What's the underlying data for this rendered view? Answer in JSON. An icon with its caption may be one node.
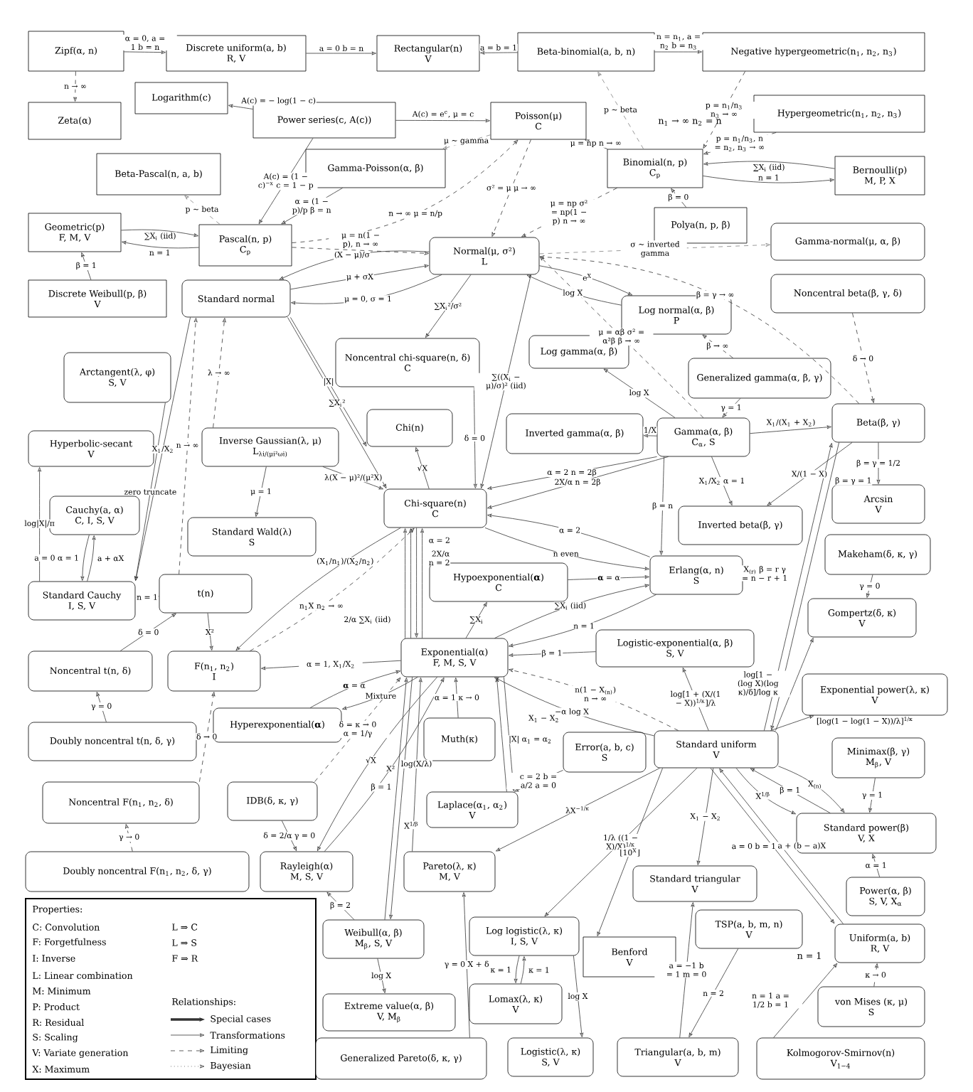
{
  "diagram": {
    "nodes": [
      {
        "text": [
          "Zipf(α, n)"
        ]
      },
      {
        "text": [
          "Discrete uniform(a, b)",
          "R, V"
        ]
      },
      {
        "text": [
          "Rectangular(n)",
          "V"
        ]
      },
      {
        "text": [
          "Beta-binomial(a, b, n)"
        ]
      },
      {
        "text": [
          "Negative hypergeometric(n$_{1}$, n$_{2}$, n$_{3}$)"
        ]
      },
      {
        "text": [
          "Logarithm(c)"
        ]
      },
      {
        "text": [
          "Power series(c, A(c))"
        ]
      },
      {
        "text": [
          "Zeta(α)"
        ]
      },
      {
        "text": [
          "Hypergeometric(n$_{1}$, n$_{2}$, n$_{3}$)"
        ]
      },
      {
        "text": [
          "Poisson(μ)",
          "C"
        ]
      },
      {
        "text": [
          "Beta-Pascal(n, a, b)"
        ]
      },
      {
        "text": [
          "Gamma-Poisson(α, β)"
        ]
      },
      {
        "text": [
          "Binomial(n, p)",
          "C$_{p}$"
        ]
      },
      {
        "text": [
          "Bernoulli(p)",
          "M, P, X"
        ]
      },
      {
        "text": [
          "Geometric(p)",
          "F, M, V"
        ]
      },
      {
        "text": [
          "Pascal(n, p)",
          "C$_{p}$"
        ]
      },
      {
        "text": [
          "Polya(n, p, β)"
        ]
      },
      {
        "text": [
          "Gamma-normal(μ, α, β)"
        ]
      },
      {
        "text": [
          "Normal(μ, σ²)",
          "L"
        ]
      },
      {
        "text": [
          "Discrete Weibull(p, β)",
          "V"
        ]
      },
      {
        "text": [
          "Standard normal"
        ]
      },
      {
        "text": [
          "Noncentral beta(β, γ, δ)"
        ]
      },
      {
        "text": [
          "Log normal(α, β)",
          "P"
        ]
      },
      {
        "text": [
          "Arctangent(λ, φ)",
          "S, V"
        ]
      },
      {
        "text": [
          "Noncentral chi-square(n, δ)",
          "C"
        ]
      },
      {
        "text": [
          "Log gamma(α, β)"
        ]
      },
      {
        "text": [
          "Generalized gamma(α, β, γ)"
        ]
      },
      {
        "text": [
          "Chi(n)"
        ]
      },
      {
        "text": [
          "Hyperbolic-secant",
          "V"
        ]
      },
      {
        "text": [
          "Inverse Gaussian(λ, μ)",
          "L$_{λi/(μi²ωi)}$"
        ]
      },
      {
        "text": [
          "Inverted gamma(α, β)"
        ]
      },
      {
        "text": [
          "Gamma(α, β)",
          "C$_{α}$, S"
        ]
      },
      {
        "text": [
          "Beta(β, γ)"
        ]
      },
      {
        "text": [
          "Cauchy(a, α)",
          "C, I, S, V"
        ]
      },
      {
        "text": [
          "Chi-square(n)",
          "C"
        ]
      },
      {
        "text": [
          "Arcsin",
          "V"
        ]
      },
      {
        "text": [
          "Inverted beta(β, γ)"
        ]
      },
      {
        "text": [
          "Standard Wald(λ)",
          "S"
        ]
      },
      {
        "text": [
          "Makeham(δ, κ, γ)"
        ]
      },
      {
        "text": [
          "Erlang(α, n)",
          "S"
        ]
      },
      {
        "text": [
          "Standard Cauchy",
          "I, S, V"
        ]
      },
      {
        "text": [
          "t(n)"
        ]
      },
      {
        "text": [
          "Hypoexponential(**α**)",
          "C"
        ]
      },
      {
        "text": [
          "Gompertz(δ, κ)",
          "V"
        ]
      },
      {
        "text": [
          "Logistic-exponential(α, β)",
          "S, V"
        ]
      },
      {
        "text": [
          "Noncentral t(n, δ)"
        ]
      },
      {
        "text": [
          "F(n$_{1}$, n$_{2}$)",
          "I"
        ]
      },
      {
        "text": [
          "Exponential(α)",
          "F, M, S, V"
        ]
      },
      {
        "text": [
          "Exponential power(λ, κ)",
          "V"
        ]
      },
      {
        "text": [
          "Hyperexponential(**α**)"
        ]
      },
      {
        "text": [
          "Doubly noncentral t(n, δ, γ)"
        ]
      },
      {
        "text": [
          "Muth(κ)"
        ]
      },
      {
        "text": [
          "Standard uniform",
          "V"
        ]
      },
      {
        "text": [
          "Error(a, b, c)",
          "S"
        ]
      },
      {
        "text": [
          "Minimax(β, γ)",
          "M$_{β}$, V"
        ]
      },
      {
        "text": [
          "Noncentral F(n$_{1}$, n$_{2}$, δ)"
        ]
      },
      {
        "text": [
          "IDB(δ, κ, γ)"
        ]
      },
      {
        "text": [
          "Laplace(α$_{1}$, α$_{2}$)",
          "V"
        ]
      },
      {
        "text": [
          "Standard power(β)",
          "V, X"
        ]
      },
      {
        "text": [
          "Doubly noncentral F(n$_{1}$, n$_{2}$, δ, γ)"
        ]
      },
      {
        "text": [
          "Rayleigh(α)",
          "M, S, V"
        ]
      },
      {
        "text": [
          "Pareto(λ, κ)",
          "M, V"
        ]
      },
      {
        "text": [
          "Standard triangular",
          "V"
        ]
      },
      {
        "text": [
          "Power(α, β)",
          "S, V, X$_{α}$"
        ]
      },
      {
        "text": [
          "Weibull(α, β)",
          "M$_{β}$, S, V"
        ]
      },
      {
        "text": [
          "Log logistic(λ, κ)",
          "I, S, V"
        ]
      },
      {
        "text": [
          "TSP(a, b, m, n)",
          "V"
        ]
      },
      {
        "text": [
          "Benford",
          "V"
        ]
      },
      {
        "text": [
          "Uniform(a, b)",
          "R, V"
        ]
      },
      {
        "text": [
          "Extreme value(α, β)",
          "V, M$_{β}$"
        ]
      },
      {
        "text": [
          "Lomax(λ, κ)",
          "V"
        ]
      },
      {
        "text": [
          "von Mises (κ, μ)",
          "S"
        ]
      },
      {
        "text": [
          "Generalized Pareto(δ, κ, γ)"
        ]
      },
      {
        "text": [
          "Logistic(λ, κ)",
          "S, V"
        ]
      },
      {
        "text": [
          "Triangular(a, b, m)",
          "V"
        ]
      },
      {
        "text": [
          "Kolmogorov-Smirnov(n)",
          "V$_{1−4}$"
        ]
      }
    ],
    "edges": [
      {
        "from": 0,
        "to": 1,
        "arrow": "to",
        "label": "α = 0, a = 1 b = n"
      },
      {
        "from": 0,
        "to": 7,
        "arrow": "to",
        "style": "dashed",
        "label": "n → ∞"
      },
      {
        "from": 1,
        "to": 2,
        "arrow": "to",
        "label": "a = 0 b = n"
      },
      {
        "from": 3,
        "to": 2,
        "arrow": "to",
        "label": "a = b = 1"
      },
      {
        "from": 3,
        "to": 4,
        "arrow": "to",
        "label": "n = n$_{1}$, a = n$_{2}$ b = n$_{3}$"
      },
      {
        "from": 6,
        "to": 5,
        "arrow": "to",
        "label": "A(c) = − log(1 − c)"
      },
      {
        "from": 6,
        "to": 9,
        "arrow": "to",
        "label": "A(c) = e$^{c}$, μ = c"
      },
      {
        "from": 6,
        "to": 15,
        "arrow": "to",
        "label": "A(c) = (1 − c)$^{−x}$ c = 1 − p"
      },
      {
        "from": 9,
        "to": 11,
        "arrow": "to",
        "style": "dashed",
        "color": "#808080",
        "label": "μ ~ gamma"
      },
      {
        "from": 11,
        "to": 15,
        "arrow": "to",
        "label": "α = (1 − p)/p β = n"
      },
      {
        "from": 15,
        "to": 10,
        "arrow": "to",
        "style": "dashed",
        "color": "#808080",
        "label": "p ~ beta"
      },
      {
        "from": 15,
        "to": 9,
        "arrow": "to",
        "style": "dashed",
        "label": "n → ∞ μ = n/p"
      },
      {
        "from": 15,
        "to": 18,
        "arrow": "to",
        "style": "dashed",
        "label": "μ = n(1 − p), n → ∞"
      },
      {
        "from": 15,
        "to": 14,
        "arrow": "to",
        "label": "n = 1"
      },
      {
        "from": 14,
        "to": 15,
        "arrow": "to",
        "label": "∑X$_{i}$ (iid)"
      },
      {
        "from": 19,
        "to": 14,
        "arrow": "to",
        "label": "β = 1"
      },
      {
        "from": 12,
        "to": 3,
        "arrow": "to",
        "style": "dashed",
        "color": "#808080",
        "label": "p ~ beta"
      },
      {
        "from": 4,
        "to": 12,
        "arrow": "to",
        "style": "dashed",
        "label": "p = n$_{1}$/n$_{3}$ n$_{3}$ → ∞"
      },
      {
        "from": 8,
        "to": 12,
        "arrow": "to",
        "style": "dashed",
        "label": "p = n$_{1}$/n$_{3}$, n = n$_{2}$, n$_{3}$ → ∞"
      },
      {
        "from": 12,
        "to": 9,
        "arrow": "to",
        "style": "dashed",
        "label": "μ = np n → ∞"
      },
      {
        "from": 12,
        "to": 13,
        "arrow": "to",
        "label": "n = 1"
      },
      {
        "from": 13,
        "to": 12,
        "arrow": "to",
        "label": "∑X$_{i}$ (iid)"
      },
      {
        "from": 16,
        "to": 12,
        "arrow": "to",
        "label": "β = 0"
      },
      {
        "from": 12,
        "to": 18,
        "arrow": "to",
        "style": "dashed",
        "label": "μ = np σ² = np(1 − p) n → ∞"
      },
      {
        "from": 9,
        "to": 18,
        "arrow": "to",
        "style": "dashed",
        "label": "σ² = μ μ → ∞"
      },
      {
        "from": 18,
        "to": 17,
        "arrow": "to",
        "style": "dashed",
        "color": "#808080",
        "label": "σ ~ inverted gamma"
      },
      {
        "from": 32,
        "to": 18,
        "arrow": "to",
        "style": "dashed",
        "label": "β = γ → ∞"
      },
      {
        "from": 21,
        "to": 32,
        "arrow": "to",
        "style": "dashed",
        "label": "δ → 0"
      },
      {
        "from": 22,
        "to": 18,
        "arrow": "to",
        "label": "log X"
      },
      {
        "from": 18,
        "to": 22,
        "arrow": "to",
        "label": "e$^{X}$"
      },
      {
        "from": 31,
        "to": 18,
        "arrow": "to",
        "style": "dashed",
        "label": "μ = αβ σ² = α²β β → ∞"
      },
      {
        "from": 26,
        "to": 22,
        "arrow": "to",
        "style": "dashed",
        "label": "β → ∞"
      },
      {
        "from": 31,
        "to": 25,
        "arrow": "to",
        "label": "log X"
      },
      {
        "from": 26,
        "to": 31,
        "arrow": "to",
        "label": "γ = 1"
      },
      {
        "from": 31,
        "to": 30,
        "arrow": "to",
        "label": "1/X"
      },
      {
        "from": 31,
        "to": 32,
        "arrow": "to",
        "label": "X$_{1}$/(X$_{1}$ + X$_{2}$)"
      },
      {
        "from": 31,
        "to": 34,
        "arrow": "to",
        "label": "α = 2 n = 2β"
      },
      {
        "from": 31,
        "to": 34,
        "arrow": "to",
        "label": "2X/α n = 2β"
      },
      {
        "from": 31,
        "to": 36,
        "arrow": "to",
        "label": "X$_{1}$/X$_{2}$ α = 1"
      },
      {
        "from": 31,
        "to": 39,
        "arrow": "to",
        "label": "β = n"
      },
      {
        "from": 32,
        "to": 36,
        "arrow": "to",
        "label": "X/(1 − X)"
      },
      {
        "from": 32,
        "to": 35,
        "arrow": "to",
        "label": "β = γ = 1/2"
      },
      {
        "from": 32,
        "to": 52,
        "arrow": "to",
        "label": "β = γ = 1"
      },
      {
        "from": 52,
        "to": 32,
        "arrow": "to",
        "label": "X$_{(r)}$ β = r γ = n − r + 1"
      },
      {
        "from": 34,
        "to": 39,
        "arrow": "to",
        "label": "n even"
      },
      {
        "from": 39,
        "to": 34,
        "arrow": "to",
        "label": "α = 2"
      },
      {
        "from": 34,
        "to": 27,
        "arrow": "to",
        "label": "√X"
      },
      {
        "from": 24,
        "to": 34,
        "arrow": "to",
        "label": "δ = 0"
      },
      {
        "from": 18,
        "to": 24,
        "arrow": "to",
        "label": "∑X$_{i}$²/σ²"
      },
      {
        "from": 18,
        "to": 34,
        "arrow": "to",
        "label": "∑((X$_{i}$ − μ)/σ)² (iid)"
      },
      {
        "from": 18,
        "to": 20,
        "arrow": "to",
        "label": "(X − μ)/σ"
      },
      {
        "from": 20,
        "to": 18,
        "arrow": "to",
        "label": "μ + σX"
      },
      {
        "from": 18,
        "to": 20,
        "arrow": "to",
        "label": "μ = 0, σ = 1"
      },
      {
        "from": 20,
        "to": 34,
        "arrow": "to",
        "label": "∑X$_{i}$²"
      },
      {
        "from": 20,
        "to": 27,
        "arrow": "to",
        "label": "|X|"
      },
      {
        "from": 20,
        "to": 40,
        "arrow": "to",
        "label": "X$_{1}$/X$_{2}$"
      },
      {
        "from": 41,
        "to": 20,
        "arrow": "to",
        "style": "dashed",
        "label": "n → ∞"
      },
      {
        "from": 29,
        "to": 20,
        "arrow": "to",
        "style": "dashed",
        "label": "λ → ∞"
      },
      {
        "from": 29,
        "to": 37,
        "arrow": "to",
        "label": "μ = 1"
      },
      {
        "from": 29,
        "to": 34,
        "arrow": "to",
        "label": "λ(X − μ)²/(μ²X)"
      },
      {
        "from": 41,
        "to": 40,
        "arrow": "to",
        "label": "n = 1"
      },
      {
        "from": 41,
        "to": 46,
        "arrow": "to",
        "label": "X²"
      },
      {
        "from": 34,
        "to": 46,
        "arrow": "to",
        "label": "(X$_{1}$/n$_{1}$)/(X$_{2}$/n$_{2}$)"
      },
      {
        "from": 46,
        "to": 34,
        "arrow": "to",
        "style": "dashed",
        "label": "n$_{1}$X n$_{2}$ → ∞"
      },
      {
        "from": 45,
        "to": 41,
        "arrow": "to",
        "label": "δ = 0"
      },
      {
        "from": 50,
        "to": 45,
        "arrow": "to",
        "label": "γ = 0"
      },
      {
        "from": 59,
        "to": 55,
        "arrow": "to",
        "style": "dashed",
        "label": "γ → 0"
      },
      {
        "from": 55,
        "to": 46,
        "arrow": "to",
        "style": "dashed",
        "label": "δ → 0"
      },
      {
        "from": 47,
        "to": 46,
        "arrow": "to",
        "label": "α = 1, X$_{1}$/X$_{2}$"
      },
      {
        "from": 49,
        "to": 47,
        "arrow": "to",
        "label": "**α** = α"
      },
      {
        "from": 47,
        "to": 49,
        "arrow": "to",
        "label": "Mixture"
      },
      {
        "from": 42,
        "to": 39,
        "arrow": "to",
        "label": "**α** = α"
      },
      {
        "from": 47,
        "to": 42,
        "arrow": "to",
        "label": "∑X$_{i}$"
      },
      {
        "from": 47,
        "to": 39,
        "arrow": "to",
        "label": "∑X$_{i}$ (iid)"
      },
      {
        "from": 39,
        "to": 47,
        "arrow": "to",
        "label": "n = 1"
      },
      {
        "from": 47,
        "to": 34,
        "arrow": "to",
        "label": "2X/α"
      },
      {
        "from": 34,
        "to": 47,
        "arrow": "to",
        "label": "n = 2"
      },
      {
        "from": 47,
        "to": 34,
        "arrow": "to",
        "label": "α = 2"
      },
      {
        "from": 47,
        "to": 34,
        "arrow": "to",
        "label": "2/α ∑X$_{i}$ (iid)"
      },
      {
        "from": 44,
        "to": 47,
        "arrow": "to",
        "label": "β = 1"
      },
      {
        "from": 52,
        "to": 47,
        "arrow": "to",
        "label": "−α log X"
      },
      {
        "from": 52,
        "to": 47,
        "arrow": "to",
        "style": "dashed",
        "label": "n(1 − X$_{(n)}$) n → ∞"
      },
      {
        "from": 52,
        "to": 44,
        "arrow": "to",
        "label": "log[1 + (X/(1 − X))$^{1/κ}$]/λ"
      },
      {
        "from": 38,
        "to": 43,
        "arrow": "to",
        "label": "γ = 0"
      },
      {
        "from": 52,
        "to": 43,
        "arrow": "to",
        "label": "log[1 − (log X)(log κ)/δ]/log κ"
      },
      {
        "from": 52,
        "to": 48,
        "arrow": "to",
        "label": "[log(1 − log(1 − X))/λ]$^{1/κ}$"
      },
      {
        "from": 47,
        "to": 57,
        "arrow": "to",
        "label": "X$_{1}$ − X$_{2}$"
      },
      {
        "from": 57,
        "to": 47,
        "arrow": "to",
        "label": "|X| α$_{1}$ = α$_{2}$"
      },
      {
        "from": 51,
        "to": 47,
        "arrow": "to",
        "label": "α = 1 κ → 0"
      },
      {
        "from": 53,
        "to": 57,
        "arrow": "to",
        "label": "c = 2 b = a/2 a = 0"
      },
      {
        "from": 56,
        "to": 47,
        "arrow": "to",
        "style": "dashed",
        "label": "δ = κ → 0 α = 1/γ"
      },
      {
        "from": 56,
        "to": 60,
        "arrow": "to",
        "label": "δ = 2/α γ = 0"
      },
      {
        "from": 47,
        "to": 60,
        "arrow": "to",
        "label": "√X"
      },
      {
        "from": 60,
        "to": 47,
        "arrow": "to",
        "label": "X²"
      },
      {
        "from": 64,
        "to": 60,
        "arrow": "to",
        "label": "β = 2"
      },
      {
        "from": 64,
        "to": 47,
        "arrow": "to",
        "label": "β = 1"
      },
      {
        "from": 47,
        "to": 64,
        "arrow": "to",
        "label": "X$^{1/β}$"
      },
      {
        "from": 64,
        "to": 69,
        "arrow": "to",
        "label": "log X"
      },
      {
        "from": 61,
        "to": 47,
        "arrow": "to",
        "label": "log(X/λ)"
      },
      {
        "from": 52,
        "to": 61,
        "arrow": "to",
        "label": "λX$^{−1/κ}$"
      },
      {
        "from": 72,
        "to": 61,
        "arrow": "to",
        "label": "γ = 0 X + δ"
      },
      {
        "from": 52,
        "to": 65,
        "arrow": "to",
        "label": "1/λ ((1 − X)/X)$^{1/κ}$"
      },
      {
        "from": 65,
        "to": 70,
        "arrow": "to",
        "label": "κ = 1"
      },
      {
        "from": 70,
        "to": 65,
        "arrow": "to",
        "label": "κ = 1"
      },
      {
        "from": 65,
        "to": 73,
        "arrow": "to",
        "label": "log X"
      },
      {
        "from": 52,
        "to": 62,
        "arrow": "to",
        "label": "X$_{1}$ − X$_{2}$"
      },
      {
        "from": 52,
        "to": 67,
        "arrow": "to",
        "label": "⌊10$^{X}$⌋"
      },
      {
        "from": 74,
        "to": 62,
        "arrow": "to",
        "label": "a = −1 b = 1 m = 0"
      },
      {
        "from": 66,
        "to": 74,
        "arrow": "to",
        "label": "n = 2"
      },
      {
        "from": 68,
        "to": 52,
        "arrow": "to",
        "label": "a = 0 b = 1"
      },
      {
        "from": 52,
        "to": 68,
        "arrow": "to",
        "label": "a + (b − a)X"
      },
      {
        "from": 52,
        "to": 58,
        "arrow": "to",
        "label": "X$^{1/β}$"
      },
      {
        "from": 58,
        "to": 52,
        "arrow": "to",
        "label": "β = 1"
      },
      {
        "from": 52,
        "to": 58,
        "arrow": "to",
        "label": "X$_{(n)}$"
      },
      {
        "from": 54,
        "to": 58,
        "arrow": "to",
        "label": "γ = 1"
      },
      {
        "from": 63,
        "to": 58,
        "arrow": "to",
        "label": "α = 1"
      },
      {
        "from": 75,
        "to": 68,
        "arrow": "to",
        "label": "n = 1 a = 1/2 b = 1"
      },
      {
        "from": 71,
        "to": 68,
        "arrow": "to",
        "style": "dashed",
        "label": "κ → 0"
      },
      {
        "from": 33,
        "to": 40,
        "arrow": "to",
        "label": "a = 0 α = 1"
      },
      {
        "from": 40,
        "to": 33,
        "arrow": "to",
        "label": "a + αX"
      },
      {
        "from": 40,
        "to": 28,
        "arrow": "to",
        "label": "log|X|/π"
      },
      {
        "from": 23,
        "to": 40,
        "arrow": "to",
        "label": "zero truncate"
      }
    ],
    "labels": [
      "n$_{1}$ → ∞ n$_{2}$ = n",
      "n = 1",
      "Properties:",
      "C: Convolution",
      "L ⇒ C",
      "F: Forgetfulness",
      "L ⇒ S",
      "I: Inverse",
      "F ⇒ R",
      "L: Linear combination",
      "M: Minimum",
      "P: Product",
      "Relationships:",
      "R: Residual",
      "S: Scaling",
      "V: Variate generation",
      "X: Maximum"
    ],
    "legend": [
      {
        "text": "Special cases"
      },
      {
        "text": "Transformations"
      },
      {
        "text": "Limiting"
      },
      {
        "text": "Bayesian"
      }
    ]
  }
}
